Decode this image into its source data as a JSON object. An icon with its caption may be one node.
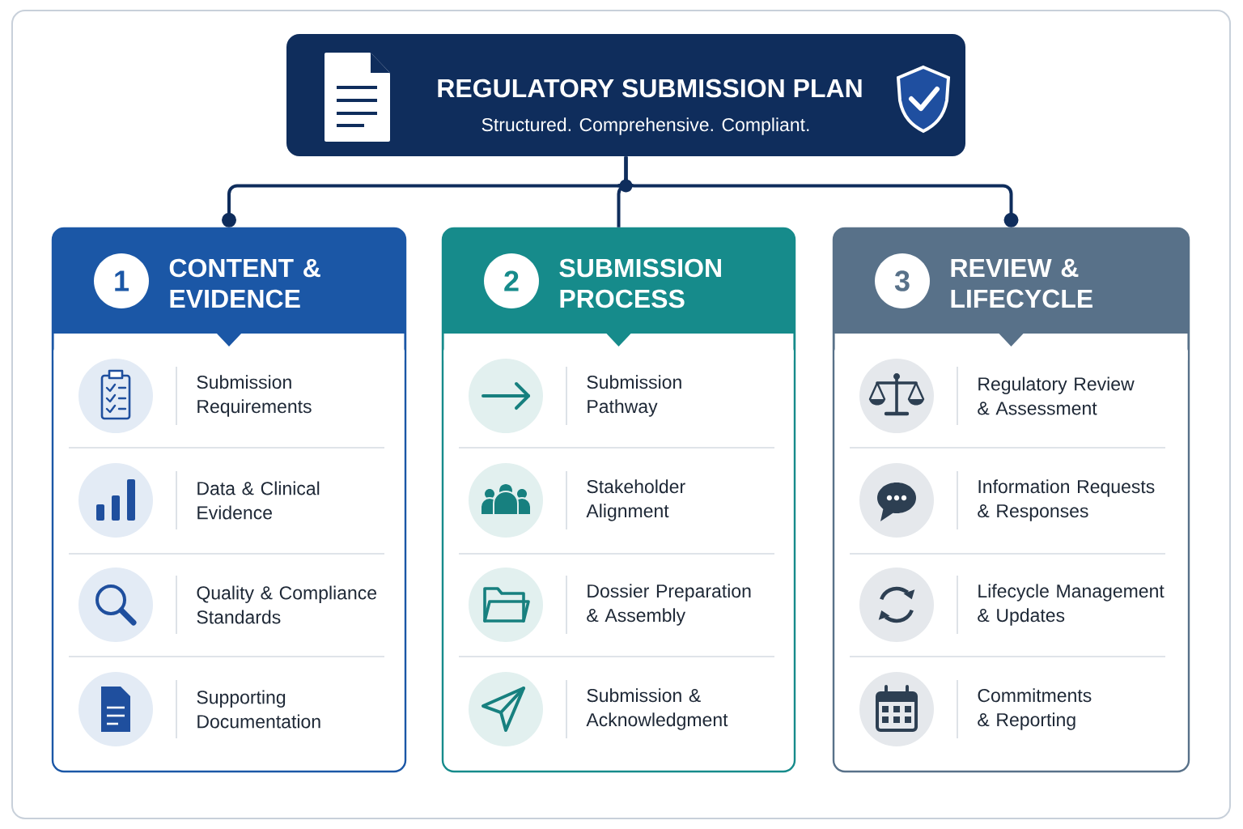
{
  "diagram": {
    "nodes": [
      {
        "text": [
          "REGULATORY SUBMISSION PLAN",
          "Structured. Comprehensive. Compliant."
        ]
      },
      {
        "text": [
          "CONTENT & EVIDENCE"
        ]
      },
      {
        "text": [
          "1"
        ],
        "in": 1
      },
      {
        "text": [
          "Submission Requirements"
        ],
        "in": 1
      },
      {
        "text": [
          "Data & Clinical Evidence"
        ],
        "in": 1
      },
      {
        "text": [
          "Quality & Compliance Standards"
        ],
        "in": 1
      },
      {
        "text": [
          "Supporting Documentation"
        ],
        "in": 1
      },
      {
        "text": [
          "SUBMISSION PROCESS"
        ]
      },
      {
        "text": [
          "2"
        ],
        "in": 7
      },
      {
        "text": [
          "Submission Pathway"
        ],
        "in": 7
      },
      {
        "text": [
          "Stakeholder Alignment"
        ],
        "in": 7
      },
      {
        "text": [
          "Dossier Preparation & Assembly"
        ],
        "in": 7
      },
      {
        "text": [
          "Submission & Acknowledgment"
        ],
        "in": 7
      },
      {
        "text": [
          "REVIEW & LIFECYCLE"
        ]
      },
      {
        "text": [
          "3"
        ],
        "in": 13
      },
      {
        "text": [
          "Regulatory Review & Assessment"
        ],
        "in": 13
      },
      {
        "text": [
          "Information Requests & Responses"
        ],
        "in": 13
      },
      {
        "text": [
          "Lifecycle Management & Updates"
        ],
        "in": 13
      },
      {
        "text": [
          "Commitments & Reporting"
        ],
        "in": 13
      }
    ],
    "edges": [
      {
        "from": 0,
        "to": 1,
        "arrow": "other"
      },
      {
        "from": 0,
        "to": 7,
        "arrow": "none"
      },
      {
        "from": 0,
        "to": 13,
        "arrow": "other"
      }
    ]
  }
}
